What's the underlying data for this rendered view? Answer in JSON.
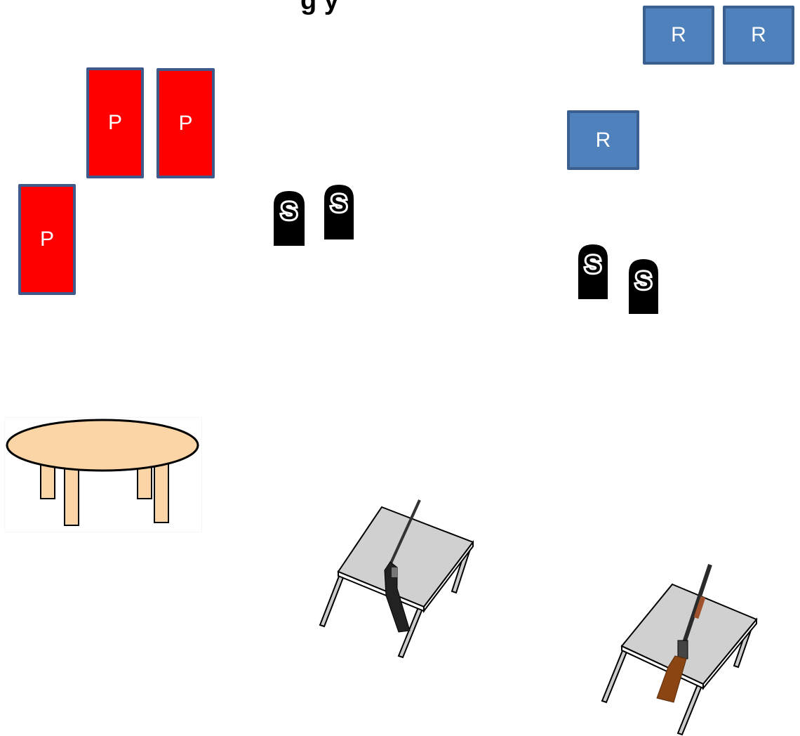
{
  "title_fragment": "g         y",
  "colors": {
    "p_fill": "#ff0000",
    "p_border": "#3f5a8a",
    "r_fill": "#4f81bd",
    "r_border": "#3c5f91",
    "tombstone": "#000000",
    "table_top": "#fbd5a5",
    "gun_table_top": "#d0d0d0"
  },
  "p_cards": [
    {
      "label": "P"
    },
    {
      "label": "P"
    },
    {
      "label": "P"
    }
  ],
  "r_cards": [
    {
      "label": "R"
    },
    {
      "label": "R"
    },
    {
      "label": "R"
    }
  ],
  "tombstones": [
    {
      "label": "S"
    },
    {
      "label": "S"
    },
    {
      "label": "S"
    },
    {
      "label": "S"
    }
  ],
  "objects": {
    "round_table": "round-table-icon",
    "shotgun_table": "table-with-shotgun-icon",
    "rifle_table": "table-with-lever-rifle-icon"
  }
}
